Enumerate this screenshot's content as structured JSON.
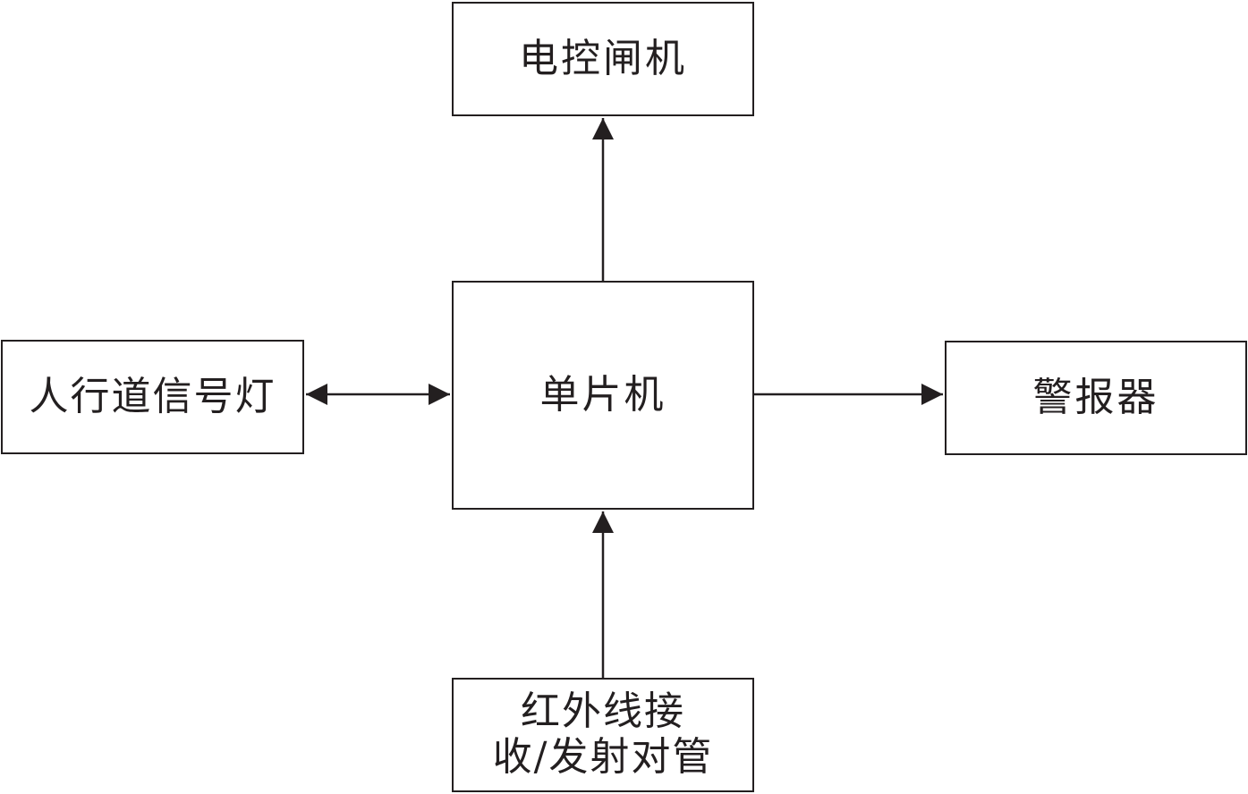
{
  "diagram": {
    "nodes": {
      "gate": {
        "label": "电控闸机"
      },
      "mcu": {
        "label": "单片机"
      },
      "signal": {
        "label": "人行道信号灯"
      },
      "alarm": {
        "label": "警报器"
      },
      "ir": {
        "label_lines": [
          "红外线接",
          "收/发射对管"
        ]
      }
    },
    "edges": [
      {
        "from": "mcu",
        "to": "gate",
        "direction": "forward"
      },
      {
        "from": "mcu",
        "to": "signal",
        "direction": "bidirectional"
      },
      {
        "from": "mcu",
        "to": "alarm",
        "direction": "forward"
      },
      {
        "from": "ir",
        "to": "mcu",
        "direction": "forward"
      }
    ],
    "colors": {
      "stroke": "#231f20",
      "background": "#ffffff"
    }
  }
}
